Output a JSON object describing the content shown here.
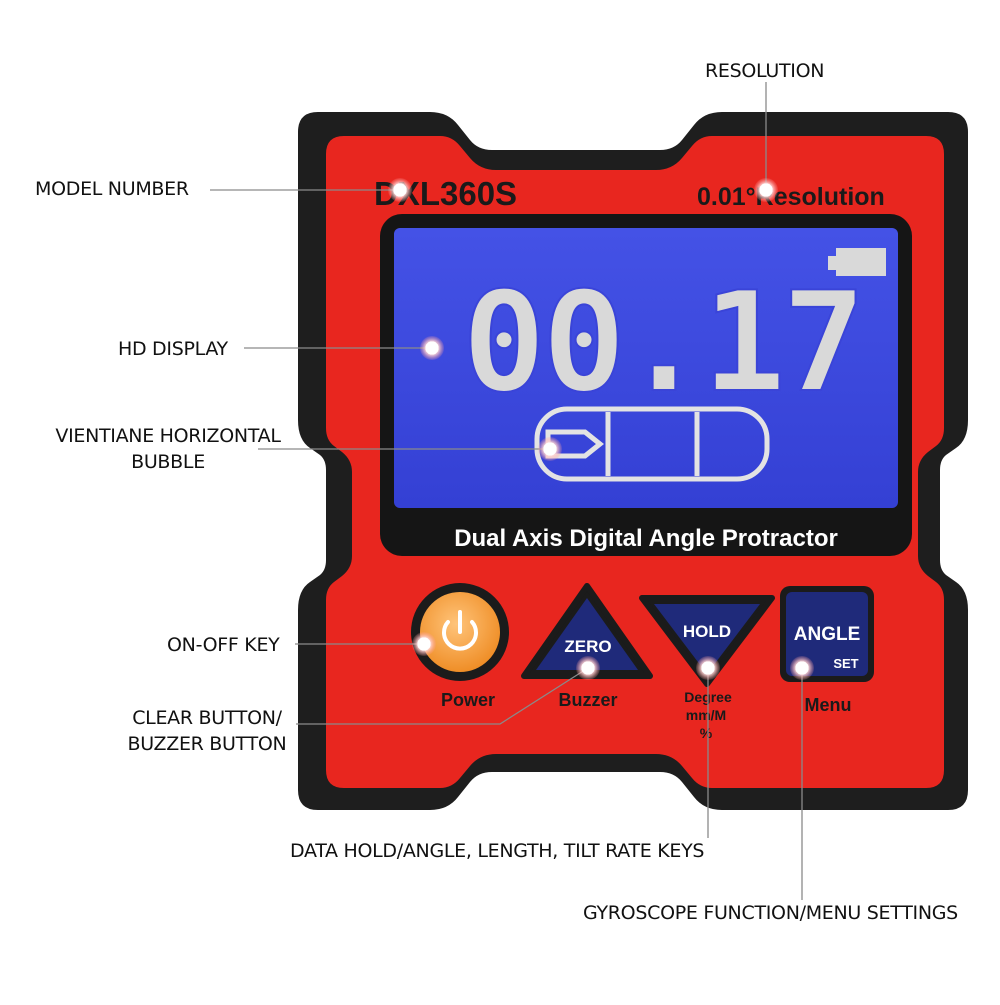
{
  "device": {
    "model": "DXL360S",
    "resolution_text": "0.01°Resolution",
    "reading": "00.17",
    "caption": "Dual Axis Digital Angle Protractor",
    "buttons": {
      "power_label": "Power",
      "zero_label": "ZERO",
      "zero_sub": "Buzzer",
      "hold_label": "HOLD",
      "hold_sub_1": "Degree",
      "hold_sub_2": "mm/M",
      "hold_sub_3": "%",
      "angle_label": "ANGLE",
      "angle_set": "SET",
      "angle_sub": "Menu"
    }
  },
  "callouts": {
    "resolution": "RESOLUTION",
    "model_number": "MODEL NUMBER",
    "hd_display": "HD DISPLAY",
    "bubble_line1": "VIENTIANE HORIZONTAL",
    "bubble_line2": "BUBBLE",
    "on_off": "ON-OFF KEY",
    "clear_line1": "CLEAR BUTTON/",
    "clear_line2": "BUZZER BUTTON",
    "data_hold": "DATA HOLD/ANGLE, LENGTH, TILT RATE KEYS",
    "gyroscope": "GYROSCOPE FUNCTION/MENU SETTINGS"
  },
  "colors": {
    "body_red": "#e8261f",
    "frame_black": "#1e1e1e",
    "screen_blue": "#3e49e0",
    "segment_gray": "#d9d9d9",
    "button_navy": "#1f2a7a",
    "power_orange": "#f5a03c"
  }
}
